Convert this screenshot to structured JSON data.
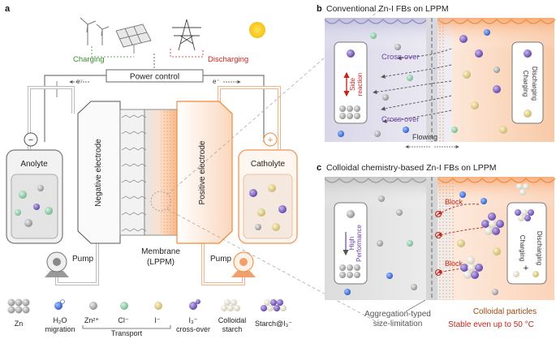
{
  "panel_a": {
    "letter": "a",
    "charging": "Charging",
    "discharging": "Discharging",
    "power_control": "Power control",
    "electron": "e⁻",
    "minus_sign": "−",
    "plus_sign": "+",
    "anolyte": "Anolyte",
    "catholyte": "Catholyte",
    "negative_electrode": "Negative electrode",
    "positive_electrode": "Positive electrode",
    "membrane_line1": "Membrane",
    "membrane_line2": "(LPPM)",
    "pump": "Pump"
  },
  "panel_b": {
    "letter": "b",
    "title": "Conventional Zn-I FBs on LPPM",
    "cross_over": "Cross-over",
    "side_reaction_line1": "Side",
    "side_reaction_line2": "reaction",
    "charging": "Charging",
    "discharging": "Discharging",
    "flowing": "Flowing"
  },
  "panel_c": {
    "letter": "c",
    "title": "Colloidal chemistry-based Zn-I FBs on LPPM",
    "block": "Block",
    "high_line1": "High",
    "high_line2": "Performance",
    "charging": "Charging",
    "discharging": "Discharging",
    "plus": "+",
    "aggregation_line1": "Aggregation-typed",
    "aggregation_line2": "size-limitation",
    "colloidal_particles": "Colloidal particles",
    "stable": "Stable even up to 50 °C"
  },
  "legend": {
    "zn": "Zn",
    "h2o_line1": "H₂O",
    "h2o_line2": "migration",
    "zn2": "Zn²⁺",
    "cl": "Cl⁻",
    "i": "I⁻",
    "transport": "Transport",
    "i3_line1": "I₃⁻",
    "i3_line2": "cross-over",
    "starch_line1": "Colloidal",
    "starch_line2": "starch",
    "starchi": "Starch@I₃⁻"
  },
  "colors": {
    "charging": "#3a8a2a",
    "discharging": "#cc1f1f",
    "orange": "#ef8a3a",
    "purple": "#6a3fa8",
    "red_text": "#c0271c",
    "brown_text": "#9a4a10"
  }
}
